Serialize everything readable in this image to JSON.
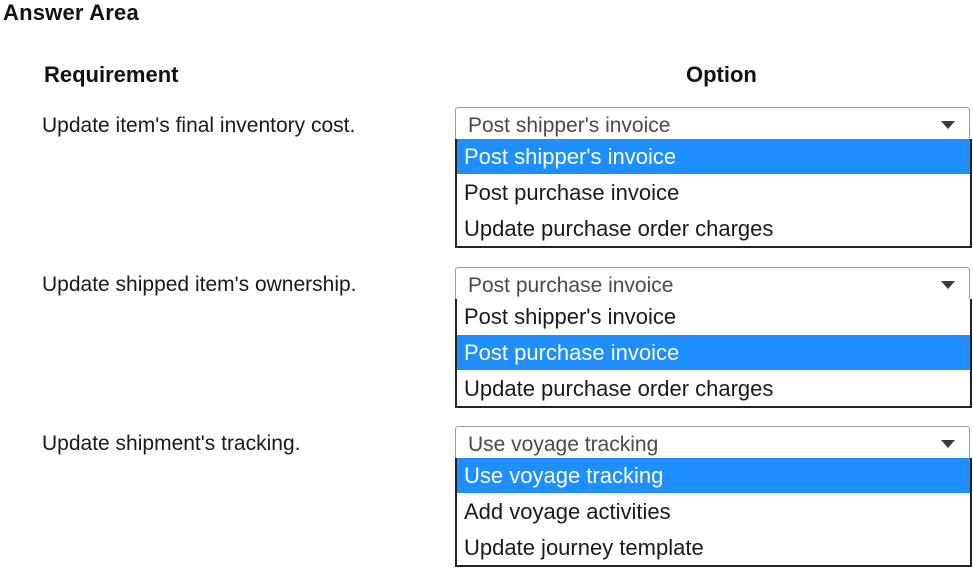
{
  "answer_area": {
    "title": "Answer Area"
  },
  "headers": {
    "requirement": "Requirement",
    "option": "Option"
  },
  "rows": [
    {
      "requirement": "Update item's final inventory cost.",
      "selected_value": "Post shipper's invoice",
      "options": [
        {
          "label": "Post shipper's invoice",
          "selected": true
        },
        {
          "label": "Post purchase invoice",
          "selected": false
        },
        {
          "label": "Update purchase order charges",
          "selected": false
        }
      ]
    },
    {
      "requirement": "Update shipped item's ownership.",
      "selected_value": "Post purchase invoice",
      "options": [
        {
          "label": "Post shipper's invoice",
          "selected": false
        },
        {
          "label": "Post purchase invoice",
          "selected": true
        },
        {
          "label": "Update purchase order charges",
          "selected": false
        }
      ]
    },
    {
      "requirement": "Update shipment's tracking.",
      "selected_value": "Use voyage tracking",
      "options": [
        {
          "label": "Use voyage tracking",
          "selected": true
        },
        {
          "label": "Add voyage activities",
          "selected": false
        },
        {
          "label": "Update journey template",
          "selected": false
        }
      ]
    }
  ],
  "icons": {
    "dropdown_arrow": "triangle-down-icon"
  },
  "colors": {
    "selected_option_bg": "#1f8fff",
    "selected_option_text": "#ffffff"
  }
}
